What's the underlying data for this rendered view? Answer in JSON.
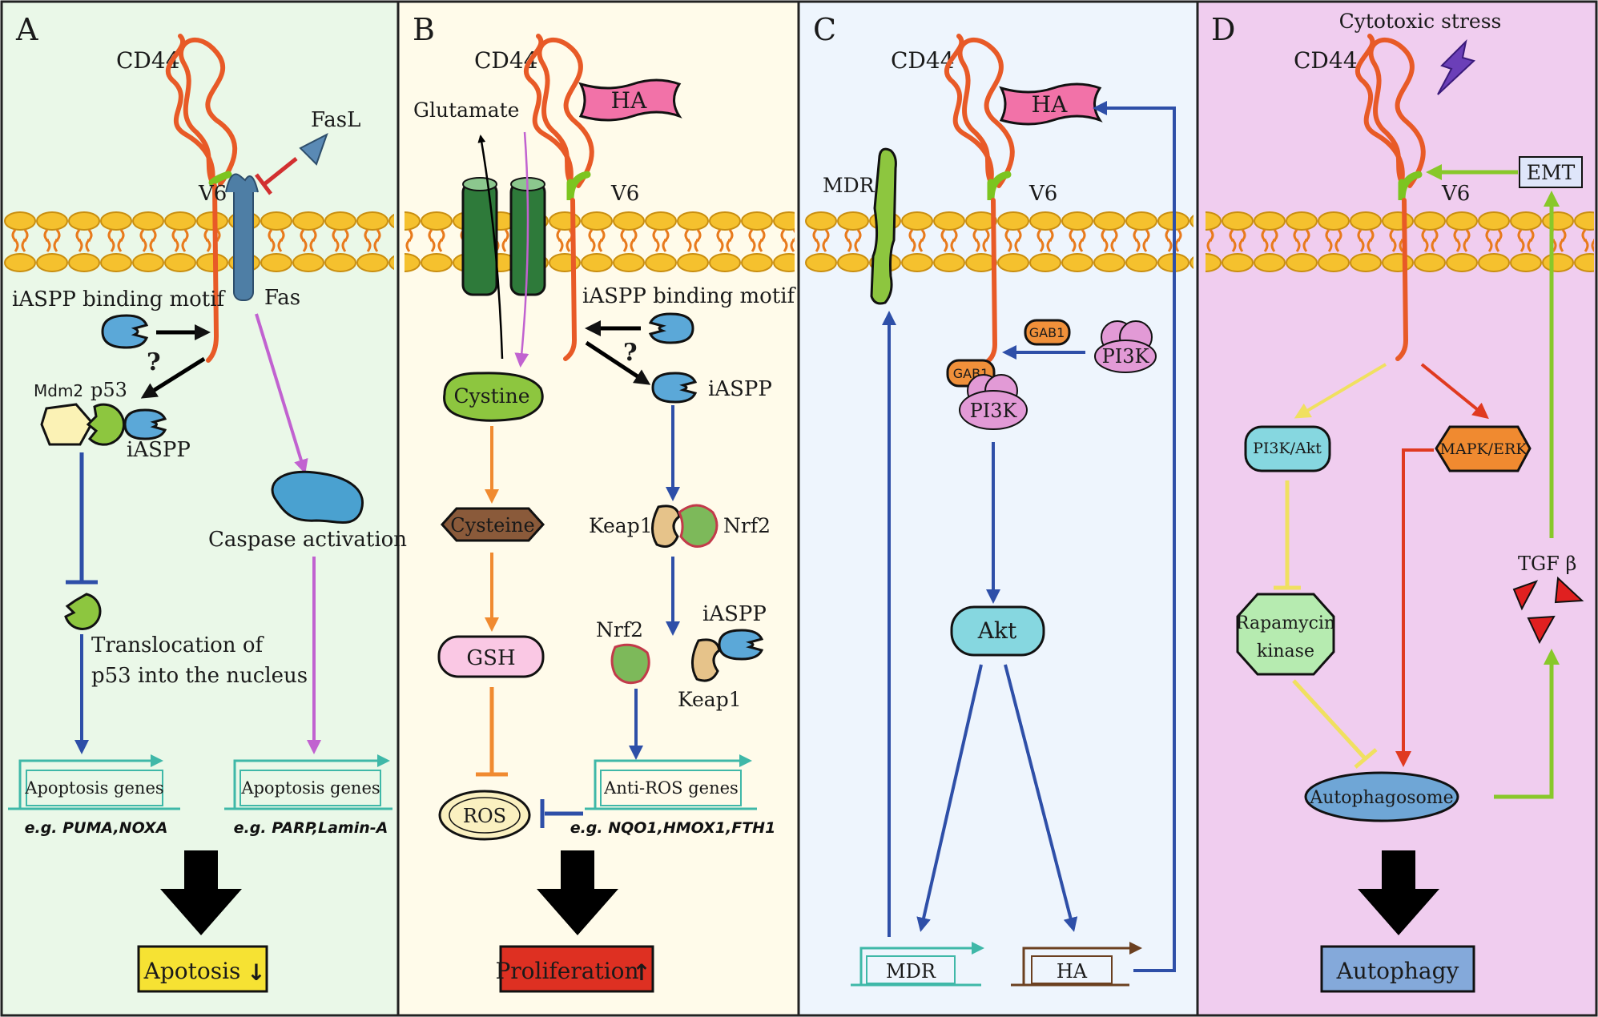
{
  "panels": {
    "A": {
      "letter": "A",
      "cd44": "CD44",
      "v6": "V6",
      "fasl": "FasL",
      "fas": "Fas",
      "motif": "iASPP binding motif",
      "question": "?",
      "mdm2": "Mdm2",
      "p53": "p53",
      "iaspp": "iASPP",
      "translocation_line1": "Translocation of",
      "translocation_line2": "p53 into the  nucleus",
      "caspase": "Caspase  activation",
      "genes1": "Apoptosis genes",
      "genes1_eg": "e.g. PUMA,NOXA",
      "genes2": "Apoptosis genes",
      "genes2_eg": "e.g. PARP,Lamin-A",
      "outcome": "Apotosis",
      "outcome_arrow": "↓"
    },
    "B": {
      "letter": "B",
      "cd44": "CD44",
      "v6": "V6",
      "ha": "HA",
      "glutamate": "Glutamate",
      "motif": "iASPP binding motif",
      "question": "?",
      "iaspp1": "iASPP",
      "cystine": "Cystine",
      "cysteine": "Cysteine",
      "gsh": "GSH",
      "ros": "ROS",
      "keap1_1": "Keap1",
      "nrf2_1": "Nrf2",
      "nrf2_2": "Nrf2",
      "iaspp2": "iASPP",
      "keap1_2": "Keap1",
      "genes": "Anti-ROS genes",
      "genes_eg": "e.g. NQO1,HMOX1,FTH1",
      "outcome": "Proliferation",
      "outcome_arrow": "↑"
    },
    "C": {
      "letter": "C",
      "cd44": "CD44",
      "v6": "V6",
      "ha": "HA",
      "mdr": "MDR",
      "gab1_a": "GAB1",
      "gab1_b": "GAB1",
      "pi3k_a": "PI3K",
      "pi3k_b": "PI3K",
      "akt": "Akt",
      "gene_mdr": "MDR",
      "gene_ha": "HA"
    },
    "D": {
      "letter": "D",
      "cd44": "CD44",
      "v6": "V6",
      "stress": "Cytotoxic stress",
      "emt": "EMT",
      "pi3kakt": "PI3K/Akt",
      "mapk": "MAPK/ERK",
      "rapa1": "Rapamycin",
      "rapa2": "kinase",
      "tgf": "TGF β",
      "autophagosome": "Autophagosome",
      "outcome": "Autophagy"
    }
  },
  "colors": {
    "panelA": "#eaf8e8",
    "panelB": "#fffbea",
    "panelC": "#eef5fd",
    "panelD": "#f0cdef",
    "cd44": "#e85a27",
    "v6": "#7cc520",
    "lipid": "#f5c12e",
    "tail": "#e87a1c",
    "arrow_blue": "#2e4fa8",
    "arrow_purple": "#c162d0",
    "arrow_orange": "#f08a30",
    "arrow_yellow": "#f0e060",
    "arrow_red": "#e03a20",
    "arrow_green": "#88c82a",
    "gene_teal": "#3fb8a8",
    "apoptosis_box": "#f6e233",
    "proliferation_box": "#de3022",
    "autophagy_box": "#84a9da"
  }
}
